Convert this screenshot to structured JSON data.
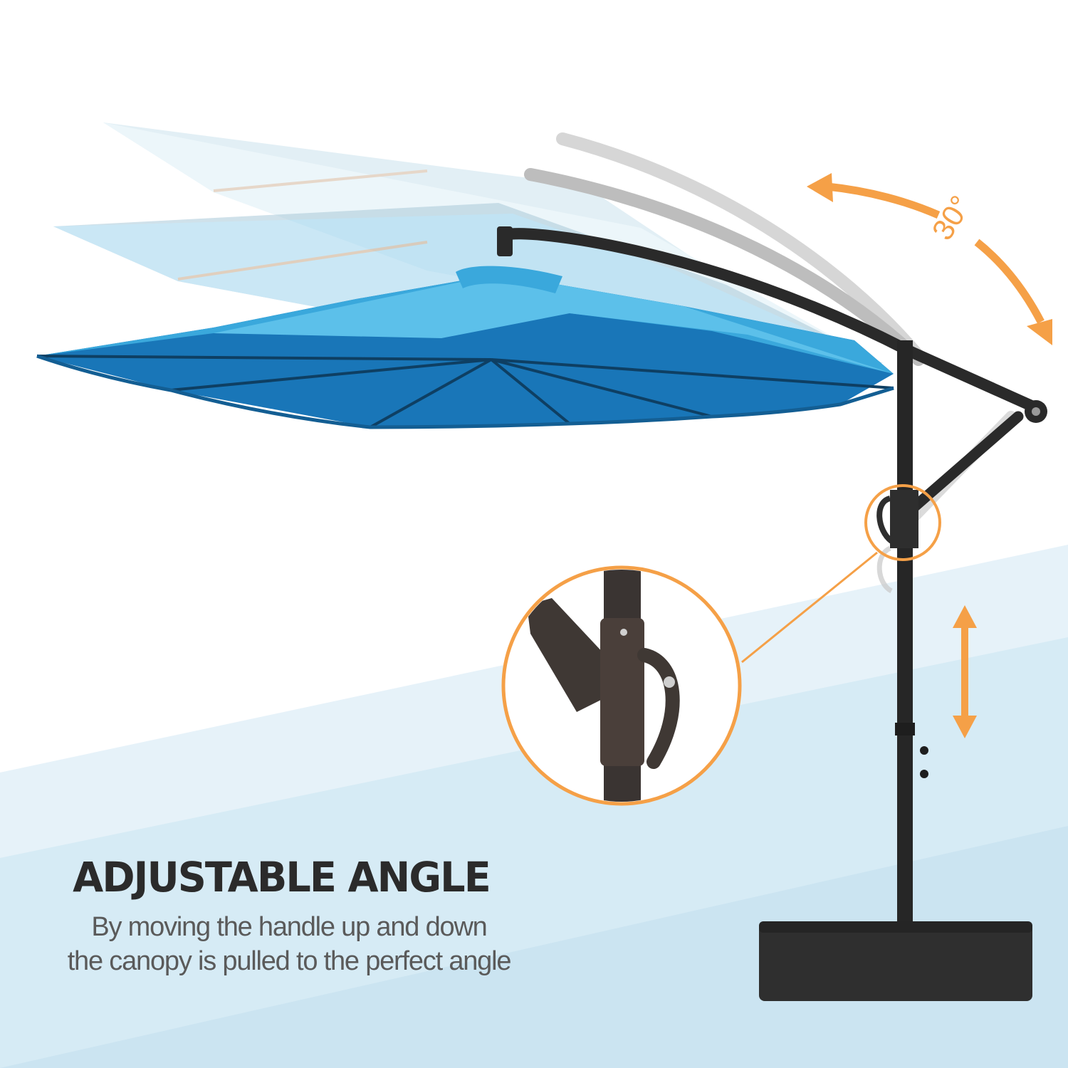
{
  "feature": {
    "title": "ADJUSTABLE ANGLE",
    "description_lines": [
      "By moving the handle up and down",
      "the canopy is pulled to the perfect angle"
    ]
  },
  "annotations": {
    "tilt_angle_label": "30°",
    "tilt_arrow_icon": "curved-double-arrow-icon",
    "height_arrow_icon": "vertical-double-arrow-icon",
    "detail_callout": "handle-crank-closeup"
  },
  "product": {
    "type": "cantilever offset patio umbrella",
    "canopy_color": "#1e88c8",
    "canopy_top_color": "#4fb8e6",
    "frame_color": "#2a2a2a",
    "base_color": "#2f2f2f"
  },
  "colors": {
    "accent": "#f5a047",
    "background_top": "#ffffff",
    "background_band_1": "#e4f1f8",
    "background_band_2": "#cfe6f2",
    "title_text": "#2b2b2b",
    "body_text": "#5a5a5a"
  }
}
